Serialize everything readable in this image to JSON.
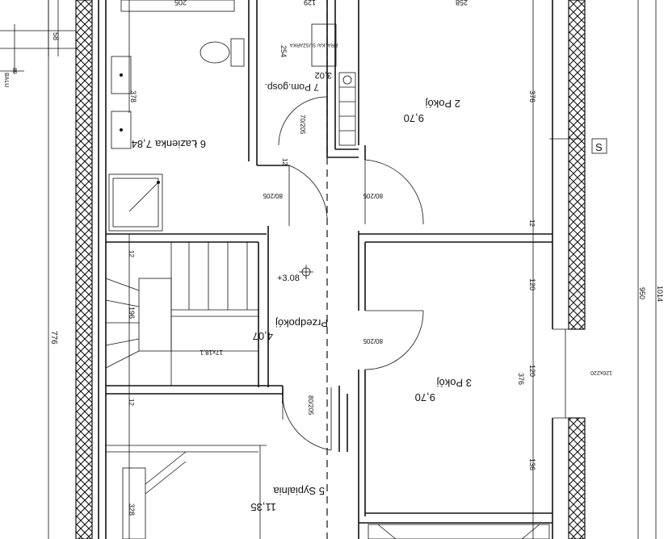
{
  "rooms": {
    "bathroom": {
      "label": "6 Łazienka",
      "area": "7,84"
    },
    "utility": {
      "label": "7 Pom.gosp.",
      "area": "3,02"
    },
    "room2": {
      "label": "2 Pokój",
      "area": "9,70"
    },
    "hall": {
      "label": "Przedpokój",
      "area": "4,07"
    },
    "room3": {
      "label": "3 Pokój",
      "area": "9,70"
    },
    "bedroom": {
      "label": "5 Sypialnia",
      "area": "11,35"
    }
  },
  "appliance_label": "PRALKA/ SUSZARKA",
  "level_mark": "+3.08",
  "stairs_label": "17x18,1",
  "section_mark": "S",
  "top_left_label": "BALU",
  "top_left_label2": "89",
  "dims": {
    "d_205_top": "205",
    "d_129": "129",
    "d_258_top": "258",
    "d_58": "58",
    "d_254": "254",
    "d_378": "378",
    "d_376_a": "376",
    "d_70_205": "70/205",
    "d_80_205_a": "80/205",
    "d_80_205_b": "80/205",
    "d_80_205_c": "80/205",
    "d_80_205_d": "80/205",
    "d_12_a": "12",
    "d_12_b": "12",
    "d_12_c": "12",
    "d_12_d": "12",
    "d_196": "196",
    "d_776": "776",
    "d_120_a": "120",
    "d_120_b": "120",
    "d_376_b": "376",
    "d_136": "136",
    "d_950": "950",
    "d_1014": "1014",
    "d_328": "328",
    "d_window": "120x220"
  }
}
